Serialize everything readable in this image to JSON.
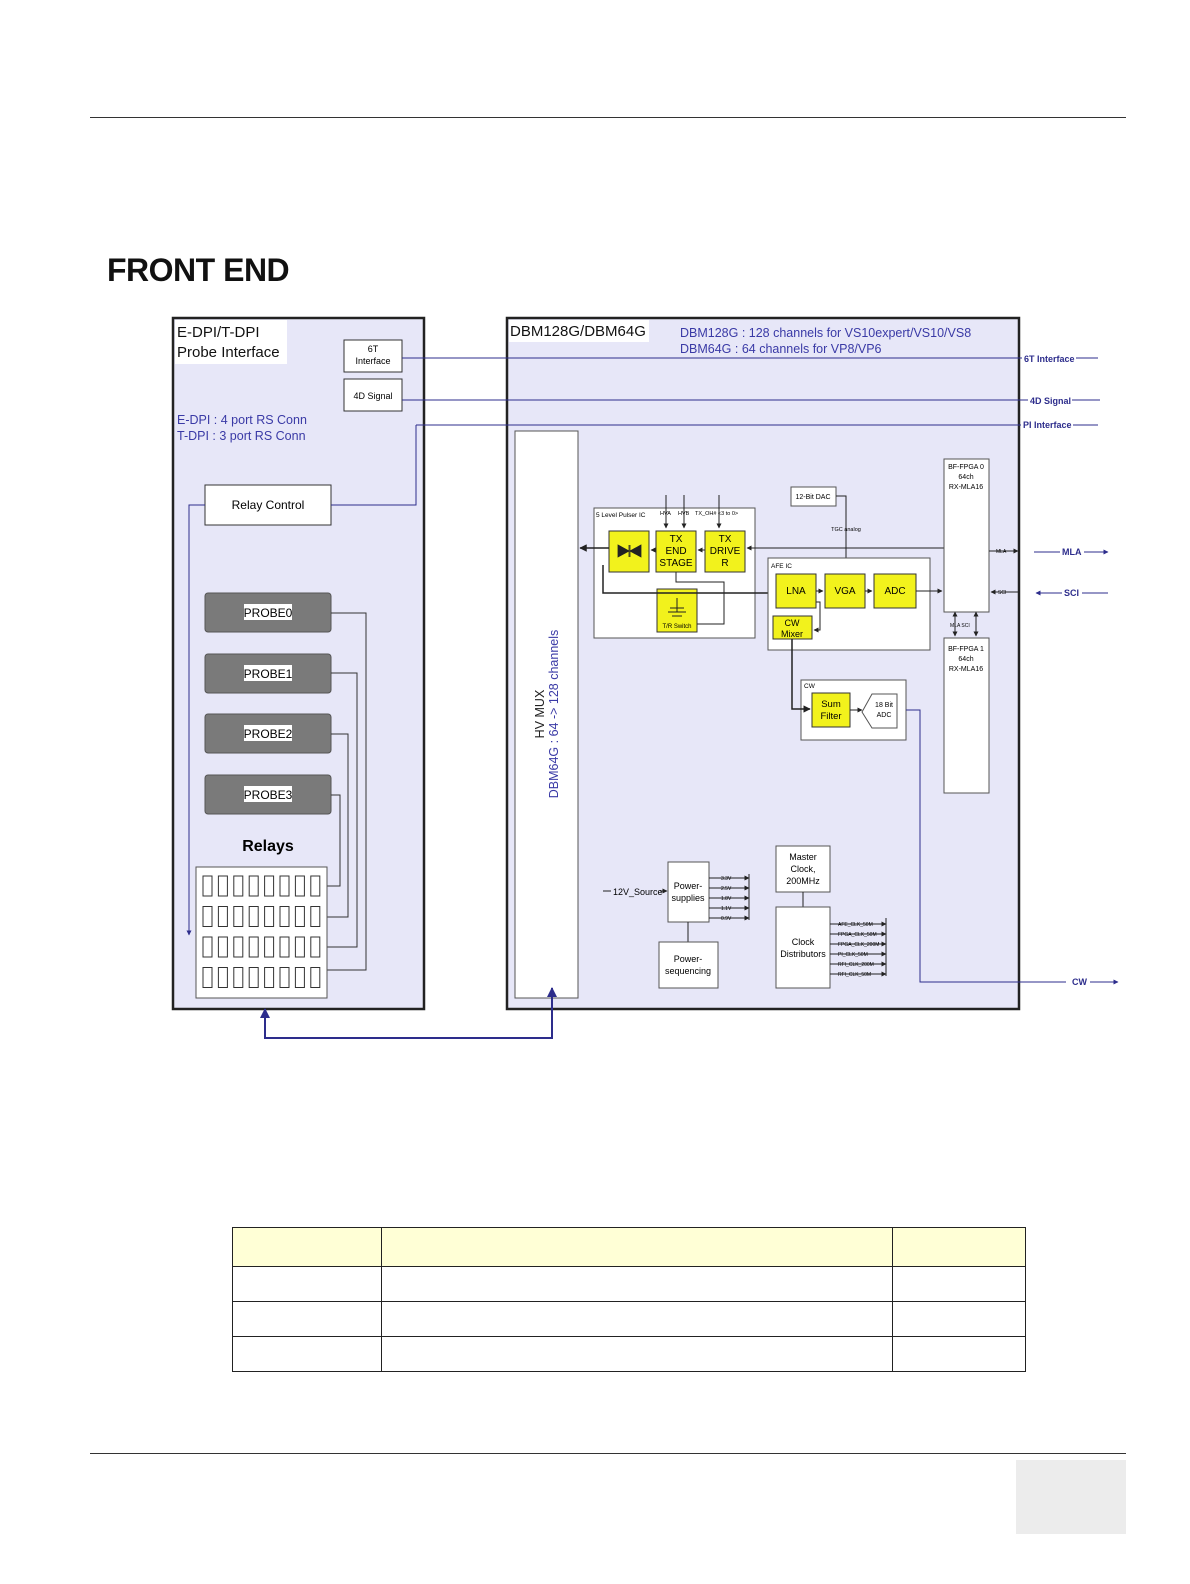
{
  "heading": "FRONT END",
  "probe_panel": {
    "title_line1": "E-DPI/T-DPI",
    "title_line2": "Probe Interface",
    "box_6t_line1": "6T",
    "box_6t_line2": "Interface",
    "box_4d": "4D Signal",
    "note_line1": "E-DPI : 4 port RS Conn",
    "note_line2": "T-DPI : 3 port RS Conn",
    "relay_control": "Relay Control",
    "probes": [
      "PROBE0",
      "PROBE1",
      "PROBE2",
      "PROBE3"
    ],
    "relays_label": "Relays"
  },
  "dbm_panel": {
    "title": "DBM128G/DBM64G",
    "desc_line1": "DBM128G : 128 channels for VS10expert/VS10/VS8",
    "desc_line2": "DBM64G : 64 channels for VP8/VP6",
    "hv_mux_line1": "HV MUX",
    "hv_mux_line2": "DBM64G : 64 -> 128 channels",
    "pulser_ic": "5 Level Pulser IC",
    "hva": "HVA",
    "hvb": "HVB",
    "tx_ctrl": "TX_OH# <3 to 0>",
    "tx_end_stage": [
      "TX",
      "END",
      "STAGE"
    ],
    "tx_driver": [
      "TX",
      "DRIVE",
      "R"
    ],
    "tr_switch": "T/R Switch",
    "dac": "12-Bit DAC",
    "tgc": "TGC analog",
    "afe_ic": "AFE IC",
    "lna": "LNA",
    "vga": "VGA",
    "adc": "ADC",
    "cw_mixer": [
      "CW",
      "Mixer"
    ],
    "cw_block": "CW",
    "sum_filter": [
      "Sum",
      "Filter"
    ],
    "bit18_adc": [
      "18 Bit",
      "ADC"
    ],
    "fpga0": [
      "BF-FPGA 0",
      "64ch",
      "RX-MLA16"
    ],
    "fpga1": [
      "BF-FPGA 1",
      "64ch",
      "RX-MLA16"
    ],
    "mla_small": "MLA",
    "sci_small": "SCI",
    "mla_sci": "MLA SCI",
    "power_source": "12V_Source",
    "power_supplies": [
      "Power-",
      "supplies"
    ],
    "rails": [
      "3.3V",
      "2.5V",
      "1.8V",
      "1.1V",
      "0.9V"
    ],
    "power_seq": [
      "Power-",
      "sequencing"
    ],
    "master_clock": [
      "Master",
      "Clock,",
      "200MHz"
    ],
    "clock_dist": [
      "Clock",
      "Distributors"
    ],
    "clocks": [
      "AFE_CLK_50M",
      "FPGA_CLK_50M",
      "FPGA_CLK_200M",
      "PI_CLK_50M",
      "RFI_CLK_200M",
      "RFI_CLK_50M"
    ]
  },
  "external_signals": {
    "six_t": "6T Interface",
    "four_d": "4D Signal",
    "pi": "PI Interface",
    "mla": "MLA",
    "sci": "SCI",
    "cw": "CW"
  },
  "colors": {
    "panel_fill": "#e7e7f8",
    "block_yellow": "#f2f21c",
    "probe_gray": "#7a7a7a",
    "signal_blue": "#2d2d8c",
    "text_blue": "#3a3aa6"
  }
}
